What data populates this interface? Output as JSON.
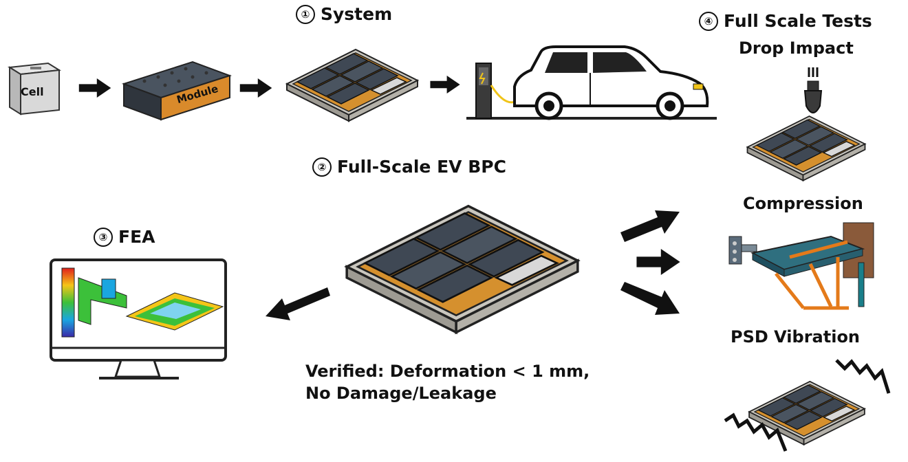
{
  "flow": {
    "cell_label": "Cell",
    "module_label": "Module"
  },
  "sections": {
    "system": {
      "number": "①",
      "title": "System"
    },
    "bpc": {
      "number": "②",
      "title": "Full-Scale EV BPC"
    },
    "fea": {
      "number": "③",
      "title": "FEA"
    },
    "tests": {
      "number": "④",
      "title": "Full Scale Tests"
    }
  },
  "tests": {
    "drop": "Drop Impact",
    "compression": "Compression",
    "vibration": "PSD Vibration"
  },
  "verified": {
    "line1": "Verified: Deformation < 1 mm,",
    "line2": "No Damage/Leakage"
  },
  "colors": {
    "module_orange": "#d98a2b",
    "battery_dark": "#3f4854",
    "tray_gray": "#c7c4bc",
    "car_white": "#ffffff",
    "accent_yellow": "#f0c419"
  }
}
